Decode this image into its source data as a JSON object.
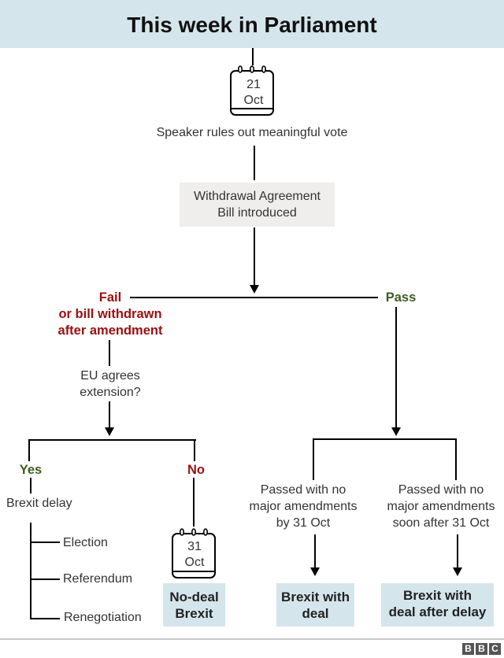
{
  "header": {
    "title": "This week in Parliament"
  },
  "calendar_top": {
    "day": "21",
    "month": "Oct",
    "icon": "calendar-icon"
  },
  "step1": "Speaker rules out meaningful vote",
  "step2": {
    "line1": "Withdrawal Agreement",
    "line2": "Bill introduced"
  },
  "fail_branch": {
    "line1": "Fail",
    "line2": "or bill withdrawn",
    "line3": "after amendment",
    "question_line1": "EU agrees",
    "question_line2": "extension?",
    "yes": {
      "label": "Yes",
      "text": "Brexit delay",
      "options": [
        "Election",
        "Referendum",
        "Renegotiation"
      ]
    },
    "no": {
      "label": "No",
      "calendar": {
        "day": "31",
        "month": "Oct"
      },
      "outcome_line1": "No-deal",
      "outcome_line2": "Brexit"
    }
  },
  "pass_branch": {
    "label": "Pass",
    "left": {
      "line1": "Passed with no",
      "line2": "major amendments",
      "line3": "by 31 Oct",
      "outcome_line1": "Brexit with",
      "outcome_line2": "deal"
    },
    "right": {
      "line1": "Passed with no",
      "line2": "major amendments",
      "line3": "soon after 31 Oct",
      "outcome_line1": "Brexit with",
      "outcome_line2": "deal after delay"
    }
  },
  "footer": {
    "logo": [
      "B",
      "B",
      "C"
    ]
  },
  "colors": {
    "header_bg": "#d4e6ec",
    "fail": "#9b0f10",
    "pass": "#3e5c1e",
    "step_box": "#efeeec",
    "outcome_box": "#d4e6ec"
  }
}
